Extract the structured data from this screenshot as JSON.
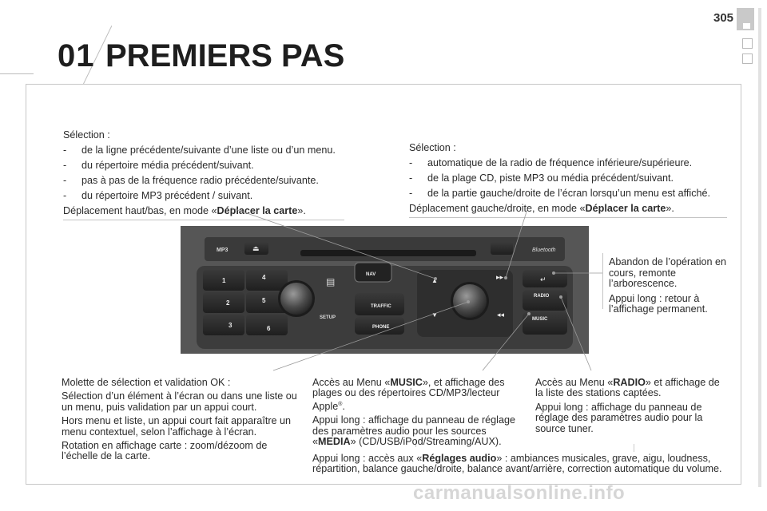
{
  "page": {
    "number": "305",
    "chapter_number": "01",
    "chapter_title": "PREMIERS PAS"
  },
  "left_top": {
    "intro": "Sélection :",
    "items": [
      "de la ligne précédente/suivante d’une liste ou d’un menu.",
      "du répertoire média précédent/suivant.",
      "pas à pas de la fréquence radio précédente/suivante.",
      "du répertoire MP3 précédent / suivant."
    ],
    "footer_pre": "Déplacement haut/bas, en mode «",
    "footer_bold": "Déplacer la carte",
    "footer_post": "»."
  },
  "right_top": {
    "intro": "Sélection :",
    "items": [
      "automatique de la radio de fréquence inférieure/supérieure.",
      "de la plage CD, piste MP3 ou média précédent/suivant.",
      "de la partie gauche/droite de l’écran lorsqu’un menu est affiché."
    ],
    "footer_pre": "Déplacement gauche/droite, en mode «",
    "footer_bold": "Déplacer la carte",
    "footer_post": "»."
  },
  "abandon": {
    "p1": "Abandon de l’opération en cours, remonte l’arborescence.",
    "p2": "Appui long : retour à l’affichage permanent."
  },
  "panel": {
    "mp3": "MP3",
    "nav": "NAV",
    "traffic": "TRAFFIC",
    "phone": "PHONE",
    "radio": "RADIO",
    "music": "MUSIC",
    "setup": "SETUP",
    "bluetooth": "Bluetooth",
    "presets": [
      "1",
      "2",
      "3",
      "4",
      "5",
      "6"
    ]
  },
  "bottom_left": {
    "p1": "Molette de sélection et validation OK :",
    "p2": "Sélection d’un élément à l’écran ou dans une liste ou un menu, puis validation par un appui court.",
    "p3": "Hors menu et liste, un appui court fait apparaître un menu contextuel, selon l’affichage à l’écran.",
    "p4": "Rotation en affichage carte : zoom/dézoom de l’échelle de la carte."
  },
  "bottom_mid": {
    "p1_pre": "Accès au Menu «",
    "p1_bold": "MUSIC",
    "p1_post": "», et affichage des plages ou des répertoires CD/MP3/lecteur Apple",
    "p1_sup": "®",
    "p1_end": ".",
    "p2_pre": "Appui long : affichage du panneau de réglage des paramètres audio pour les sources «",
    "p2_bold": "MEDIA",
    "p2_post": "» (CD/USB/iPod/Streaming/AUX)."
  },
  "bottom_right": {
    "p1_pre": "Accès au Menu «",
    "p1_bold": "RADIO",
    "p1_post": "» et affichage de la liste des stations captées.",
    "p2": "Appui long : affichage du panneau de réglage des paramètres audio pour la source tuner."
  },
  "bottom_wide": {
    "pre": "Appui long : accès aux «",
    "bold": "Réglages audio",
    "post": "» : ambiances musicales, grave, aigu, loudness, répartition, balance gauche/droite, balance avant/arrière, correction automatique du volume."
  },
  "watermark": "carmanualsonline.info",
  "colors": {
    "panel_bg": "#4e4e4e",
    "button_bg": "#2c2c2c",
    "leader": "#9a9a9a"
  }
}
